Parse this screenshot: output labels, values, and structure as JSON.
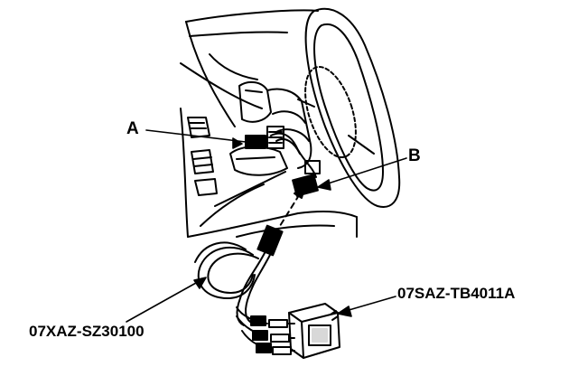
{
  "callouts": {
    "a": "A",
    "b": "B"
  },
  "parts": {
    "adapter_harness": "07XAZ-SZ30100",
    "tester_unit": "07SAZ-TB4011A"
  },
  "colors": {
    "line": "#000000",
    "background": "#ffffff"
  }
}
